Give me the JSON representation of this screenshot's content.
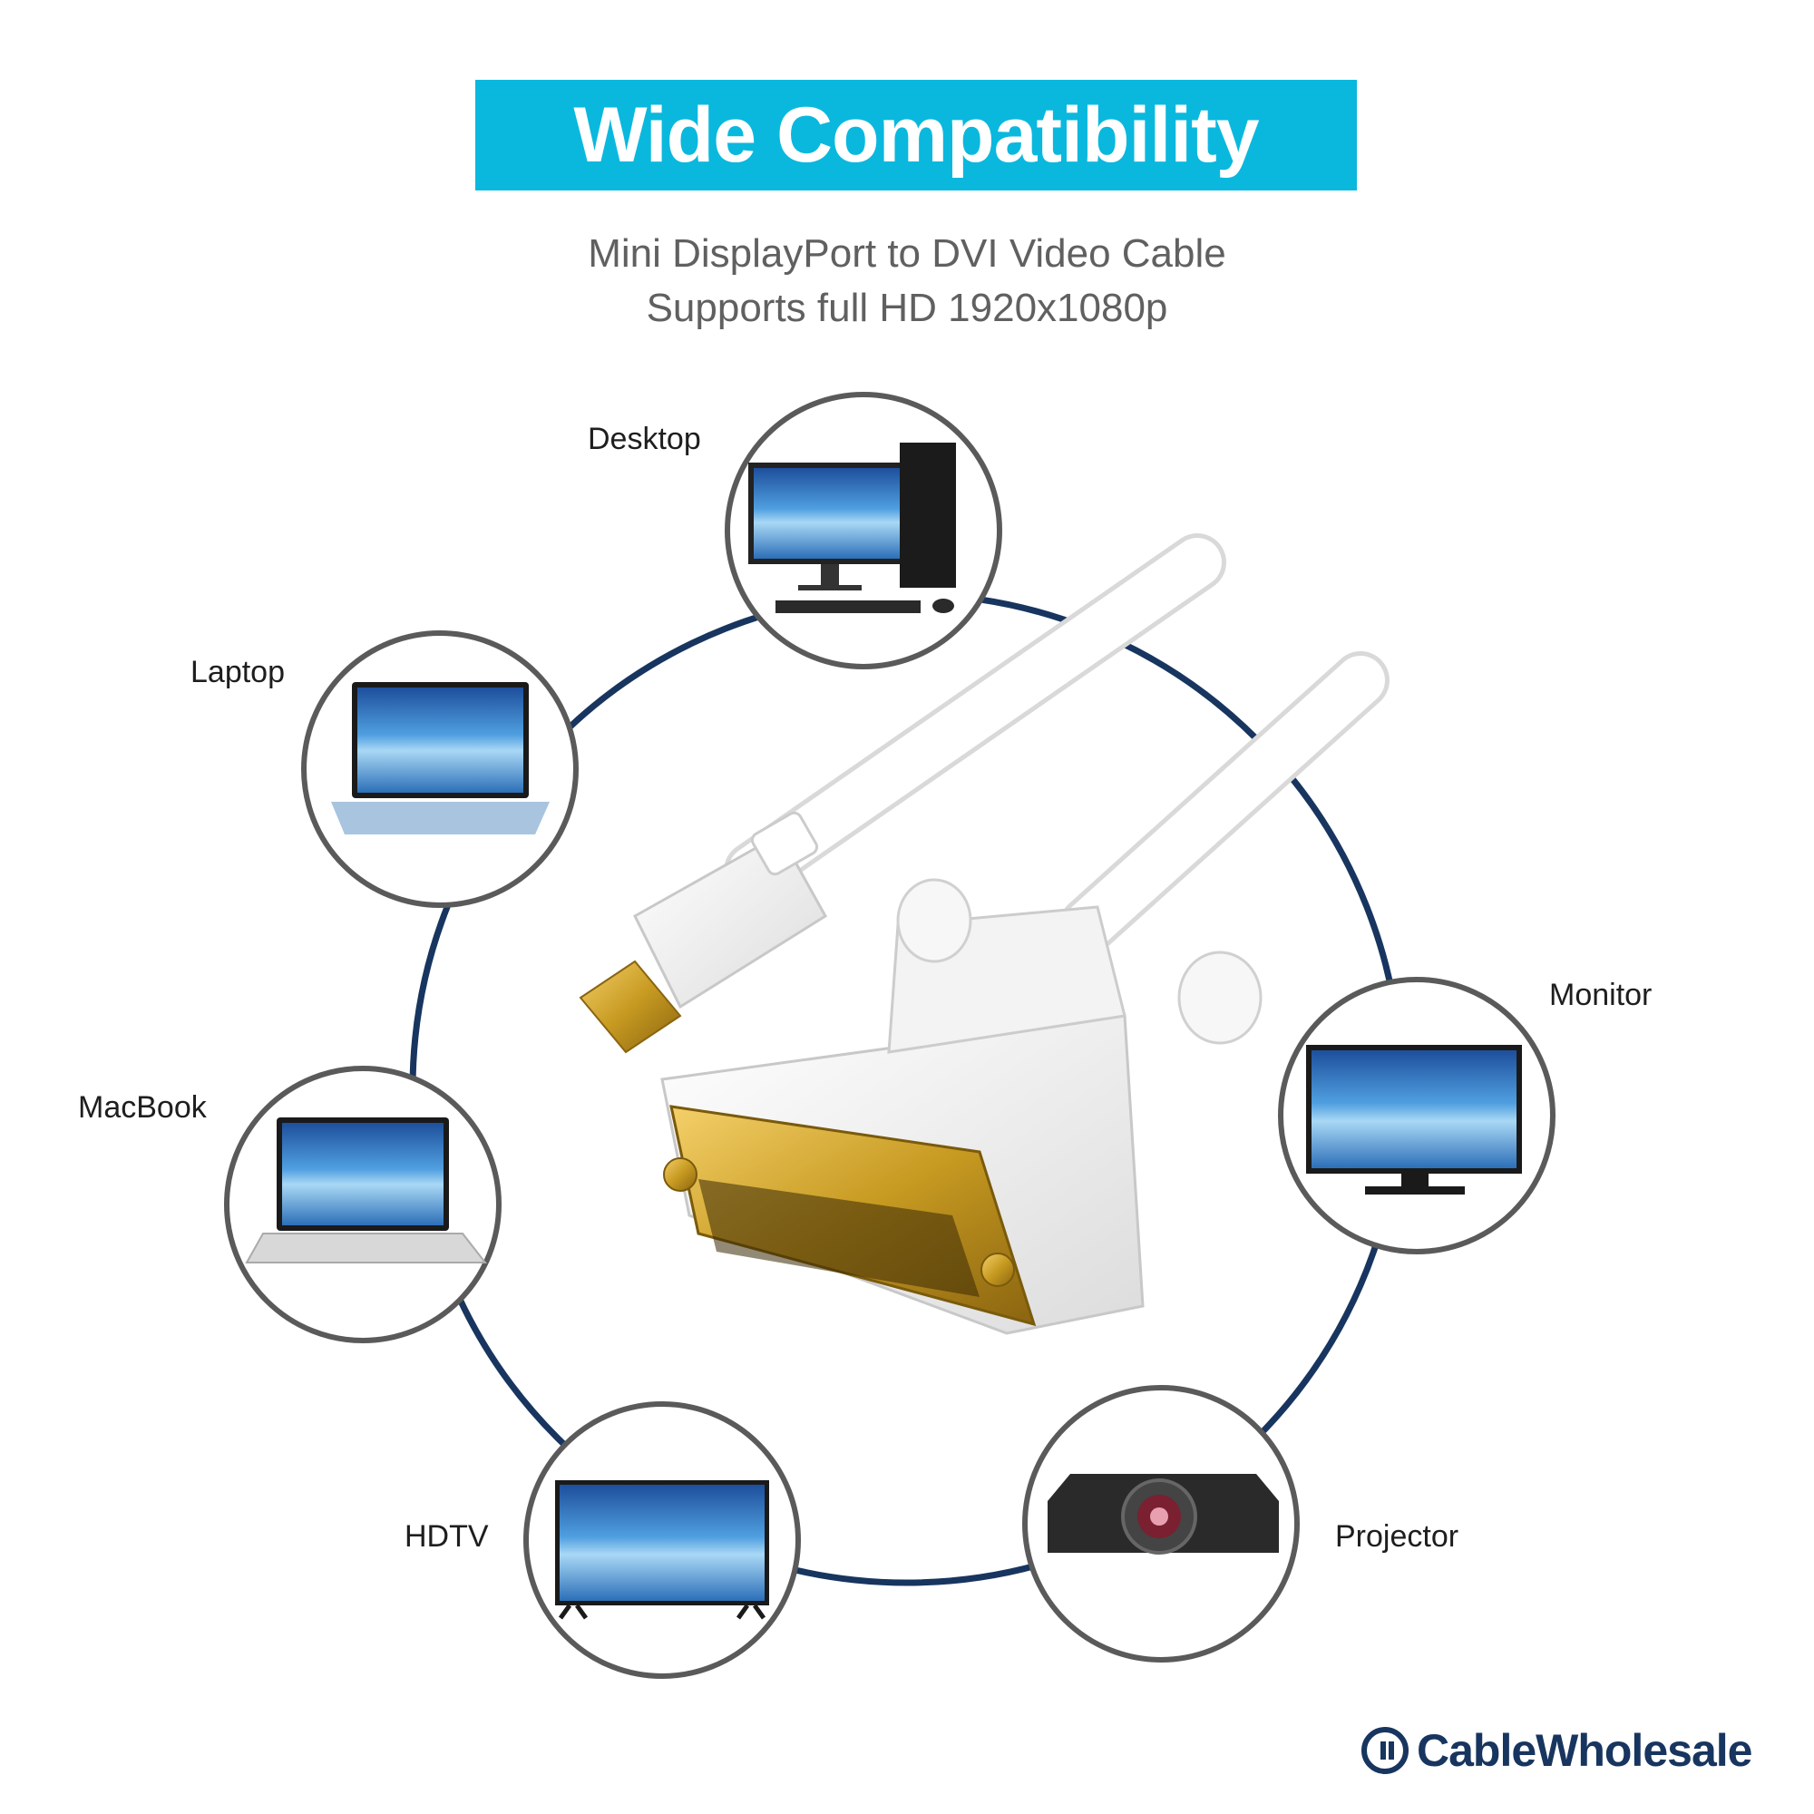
{
  "banner": {
    "title": "Wide Compatibility"
  },
  "subtitle": {
    "line1": "Mini DisplayPort to DVI Video Cable",
    "line2": "Supports full HD 1920x1080p"
  },
  "devices": [
    {
      "label": "Desktop",
      "icon": "desktop-computer-icon"
    },
    {
      "label": "Laptop",
      "icon": "laptop-icon"
    },
    {
      "label": "MacBook",
      "icon": "macbook-icon"
    },
    {
      "label": "HDTV",
      "icon": "hdtv-icon"
    },
    {
      "label": "Projector",
      "icon": "projector-icon"
    },
    {
      "label": "Monitor",
      "icon": "monitor-icon"
    }
  ],
  "brand": {
    "name": "CableWholesale",
    "icon": "cablewholesale-logo-icon"
  },
  "colors": {
    "banner": "#0ab8de",
    "ring": "#17355f",
    "circle_border": "#5a5a5a",
    "connector_gold": "#d4a017"
  }
}
